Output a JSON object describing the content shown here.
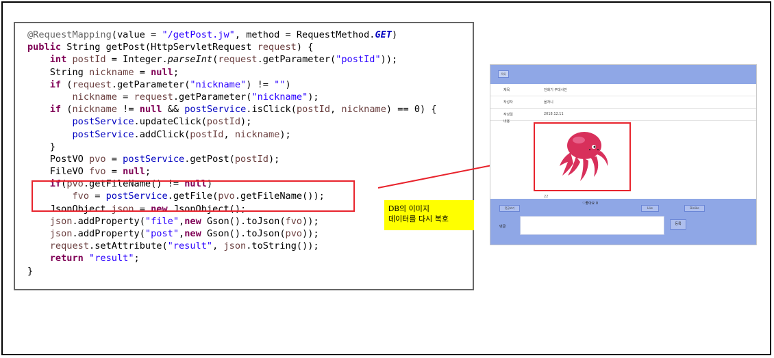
{
  "code": {
    "lines": [
      [
        {
          "t": "@RequestMapping",
          "c": "ann"
        },
        {
          "t": "(value = "
        },
        {
          "t": "\"/getPost.jw\"",
          "c": "str"
        },
        {
          "t": ", method = RequestMethod."
        },
        {
          "t": "GET",
          "c": "fitb"
        },
        {
          "t": ")"
        }
      ],
      [
        {
          "t": "public",
          "c": "kw"
        },
        {
          "t": " String getPost(HttpServletRequest "
        },
        {
          "t": "request",
          "c": "var"
        },
        {
          "t": ") {"
        }
      ],
      [
        {
          "t": "    "
        },
        {
          "t": "int",
          "c": "kw"
        },
        {
          "t": " "
        },
        {
          "t": "postId",
          "c": "var"
        },
        {
          "t": " = Integer."
        },
        {
          "t": "parseInt",
          "c": "it"
        },
        {
          "t": "("
        },
        {
          "t": "request",
          "c": "var"
        },
        {
          "t": ".getParameter("
        },
        {
          "t": "\"postId\"",
          "c": "str"
        },
        {
          "t": "));"
        }
      ],
      [
        {
          "t": "    String "
        },
        {
          "t": "nickname",
          "c": "var"
        },
        {
          "t": " = "
        },
        {
          "t": "null",
          "c": "kw"
        },
        {
          "t": ";"
        }
      ],
      [
        {
          "t": "    "
        },
        {
          "t": "if",
          "c": "kw"
        },
        {
          "t": " ("
        },
        {
          "t": "request",
          "c": "var"
        },
        {
          "t": ".getParameter("
        },
        {
          "t": "\"nickname\"",
          "c": "str"
        },
        {
          "t": ") != "
        },
        {
          "t": "\"\"",
          "c": "str"
        },
        {
          "t": ")"
        }
      ],
      [
        {
          "t": "        "
        },
        {
          "t": "nickname",
          "c": "var"
        },
        {
          "t": " = "
        },
        {
          "t": "request",
          "c": "var"
        },
        {
          "t": ".getParameter("
        },
        {
          "t": "\"nickname\"",
          "c": "str"
        },
        {
          "t": ");"
        }
      ],
      [
        {
          "t": "    "
        },
        {
          "t": "if",
          "c": "kw"
        },
        {
          "t": " ("
        },
        {
          "t": "nickname",
          "c": "var"
        },
        {
          "t": " != "
        },
        {
          "t": "null",
          "c": "kw"
        },
        {
          "t": " && "
        },
        {
          "t": "postService",
          "c": "fld"
        },
        {
          "t": ".isClick("
        },
        {
          "t": "postId",
          "c": "var"
        },
        {
          "t": ", "
        },
        {
          "t": "nickname",
          "c": "var"
        },
        {
          "t": ") == 0) {"
        }
      ],
      [
        {
          "t": "        "
        },
        {
          "t": "postService",
          "c": "fld"
        },
        {
          "t": ".updateClick("
        },
        {
          "t": "postId",
          "c": "var"
        },
        {
          "t": ");"
        }
      ],
      [
        {
          "t": "        "
        },
        {
          "t": "postService",
          "c": "fld"
        },
        {
          "t": ".addClick("
        },
        {
          "t": "postId",
          "c": "var"
        },
        {
          "t": ", "
        },
        {
          "t": "nickname",
          "c": "var"
        },
        {
          "t": ");"
        }
      ],
      [
        {
          "t": "    }"
        }
      ],
      [
        {
          "t": "    PostVO "
        },
        {
          "t": "pvo",
          "c": "var"
        },
        {
          "t": " = "
        },
        {
          "t": "postService",
          "c": "fld"
        },
        {
          "t": ".getPost("
        },
        {
          "t": "postId",
          "c": "var"
        },
        {
          "t": ");"
        }
      ],
      [
        {
          "t": "    FileVO "
        },
        {
          "t": "fvo",
          "c": "var"
        },
        {
          "t": " = "
        },
        {
          "t": "null",
          "c": "kw"
        },
        {
          "t": ";"
        }
      ],
      [
        {
          "t": "    "
        },
        {
          "t": "if",
          "c": "kw"
        },
        {
          "t": "("
        },
        {
          "t": "pvo",
          "c": "var"
        },
        {
          "t": ".getFileName() != "
        },
        {
          "t": "null",
          "c": "kw"
        },
        {
          "t": ")"
        }
      ],
      [
        {
          "t": "        "
        },
        {
          "t": "fvo",
          "c": "var"
        },
        {
          "t": " = "
        },
        {
          "t": "postService",
          "c": "fld"
        },
        {
          "t": ".getFile("
        },
        {
          "t": "pvo",
          "c": "var"
        },
        {
          "t": ".getFileName());"
        }
      ],
      [
        {
          "t": "    JsonObject "
        },
        {
          "t": "json",
          "c": "var"
        },
        {
          "t": " = "
        },
        {
          "t": "new",
          "c": "kw"
        },
        {
          "t": " JsonObject();"
        }
      ],
      [
        {
          "t": "    "
        },
        {
          "t": "json",
          "c": "var"
        },
        {
          "t": ".addProperty("
        },
        {
          "t": "\"file\"",
          "c": "str"
        },
        {
          "t": ","
        },
        {
          "t": "new",
          "c": "kw"
        },
        {
          "t": " Gson().toJson("
        },
        {
          "t": "fvo",
          "c": "var"
        },
        {
          "t": "));"
        }
      ],
      [
        {
          "t": "    "
        },
        {
          "t": "json",
          "c": "var"
        },
        {
          "t": ".addProperty("
        },
        {
          "t": "\"post\"",
          "c": "str"
        },
        {
          "t": ","
        },
        {
          "t": "new",
          "c": "kw"
        },
        {
          "t": " Gson().toJson("
        },
        {
          "t": "pvo",
          "c": "var"
        },
        {
          "t": "));"
        }
      ],
      [
        {
          "t": "    "
        },
        {
          "t": "request",
          "c": "var"
        },
        {
          "t": ".setAttribute("
        },
        {
          "t": "\"result\"",
          "c": "str"
        },
        {
          "t": ", "
        },
        {
          "t": "json",
          "c": "var"
        },
        {
          "t": ".toString());"
        }
      ],
      [
        {
          "t": "    "
        },
        {
          "t": "return",
          "c": "kw"
        },
        {
          "t": " "
        },
        {
          "t": "\"result\"",
          "c": "str"
        },
        {
          "t": ";"
        }
      ],
      [
        {
          "t": "}"
        }
      ]
    ]
  },
  "annotation": {
    "line1": "DB의 이미지",
    "line2": "데이터를 다시 복호"
  },
  "post_page": {
    "list_button": "목록",
    "fields": [
      {
        "label": "제목",
        "value": "전화기 무대사진"
      },
      {
        "label": "작성자",
        "value": "을자니"
      },
      {
        "label": "작성일",
        "value": "2018.12.11"
      }
    ],
    "content_label": "내용",
    "number": "22",
    "bottom_buttons": [
      "댓글보기",
      "Like",
      "Dislike"
    ],
    "like_text": "♡좋아요  0",
    "comment_label": "댓글",
    "submit_button": "등록"
  },
  "colors": {
    "highlight_red": "#e8232c",
    "note_yellow": "#ffff00",
    "page_blue": "#8fa7e6",
    "octopus_pink": "#d8305b"
  }
}
